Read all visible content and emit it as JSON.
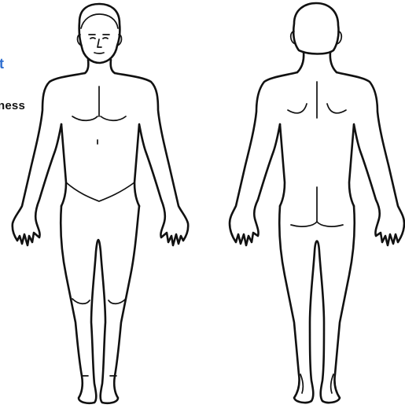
{
  "left_margin": {
    "blue_fragment": "t",
    "label_fragment": "ness"
  },
  "figures": {
    "front": "body-front",
    "back": "body-back"
  },
  "colors": {
    "line": "#111111",
    "accent": "#2f6fd0",
    "background": "#ffffff"
  }
}
